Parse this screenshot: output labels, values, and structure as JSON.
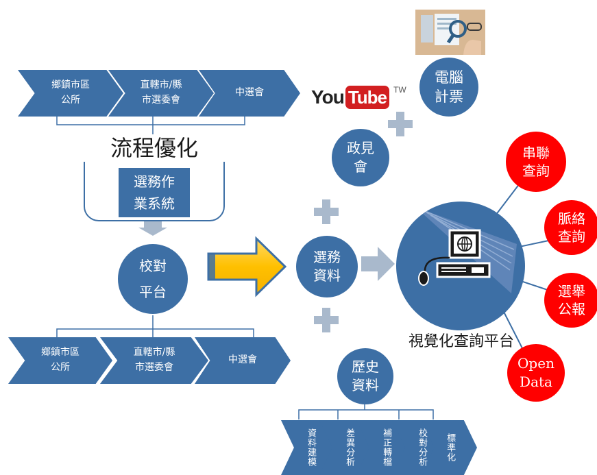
{
  "top_chevrons": [
    "鄉鎮市區\n公所",
    "直轄市/縣\n市選委會",
    "中選會"
  ],
  "bottom_chevrons": [
    "鄉鎮市區\n公所",
    "直轄市/縣\n市選委會",
    "中選會"
  ],
  "process_title": "流程優化",
  "process_system": "選務作\n業系統",
  "proof_platform": "校對\n平台",
  "youtube": {
    "you": "You",
    "tube": "Tube",
    "tw": "TW"
  },
  "computer_count": "電腦\n計票",
  "forum": "政見\n會",
  "election_data": "選務\n資料",
  "history_data": "歷史\n資料",
  "visual_platform": "視覺化查詢平台",
  "red_items": [
    "串聯\n查詢",
    "脈絡\n查詢",
    "選舉\n公報",
    "Open\nData"
  ],
  "history_steps": [
    "資料建模",
    "差異分析",
    "補正轉檔",
    "校對分析",
    "標準化"
  ],
  "colors": {
    "blue": "#3d6fa5",
    "red": "#ff0000",
    "arrow_gold": "#ffc000",
    "plus_gray": "#a9b9cc"
  }
}
